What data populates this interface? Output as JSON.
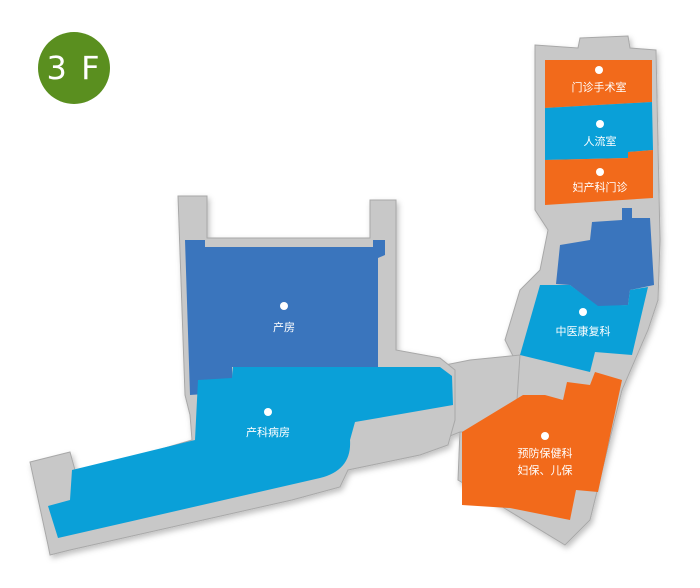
{
  "floor": {
    "label": "3 F",
    "color": "#5a8f1f"
  },
  "colors": {
    "structure": "#c8c8c8",
    "structure_edge": "#a8a8a8",
    "dark_blue": "#3a75bd",
    "light_blue": "#0aa0d8",
    "orange": "#f26a1b"
  },
  "rooms": {
    "surgery": {
      "label": "门诊手术室"
    },
    "abortion": {
      "label": "人流室"
    },
    "gyn_clinic": {
      "label": "妇产科门诊"
    },
    "tcm_rehab": {
      "label": "中医康复科"
    },
    "prevention": {
      "label_line1": "预防保健科",
      "label_line2": "妇保、儿保"
    },
    "delivery": {
      "label": "产房"
    },
    "maternity_ward": {
      "label": "产科病房"
    }
  }
}
